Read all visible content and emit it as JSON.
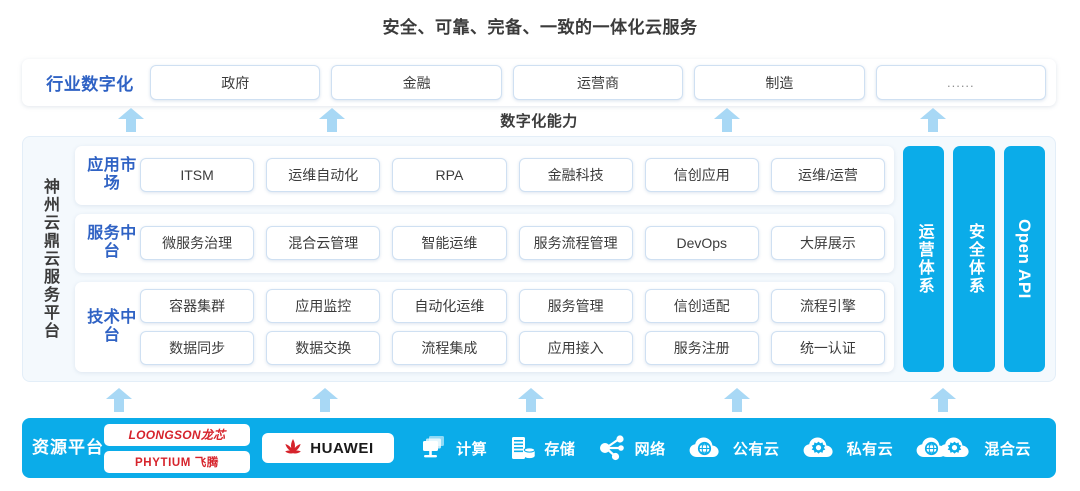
{
  "title": "安全、可靠、完备、一致的一体化云服务",
  "colors": {
    "brand_blue": "#0bace9",
    "label_blue": "#2f62c4",
    "arrow_blue": "#a8d8f5",
    "panel_bg": "#f4f9fd",
    "chip_border": "#cfe0f2",
    "logo_red": "#d6232b"
  },
  "industry": {
    "label": "行业数字化",
    "items": [
      {
        "label": "政府"
      },
      {
        "label": "金融"
      },
      {
        "label": "运营商"
      },
      {
        "label": "制造"
      },
      {
        "label": "......"
      }
    ]
  },
  "capability": {
    "label": "数字化能力",
    "arrow_count": 4
  },
  "platform": {
    "side_label": "神州云鼎云服务平台",
    "layers": [
      {
        "name": "app-market",
        "label": "应用市场",
        "rows": [
          [
            "ITSM",
            "运维自动化",
            "RPA",
            "金融科技",
            "信创应用",
            "运维/运营"
          ]
        ]
      },
      {
        "name": "service-platform",
        "label": "服务中台",
        "rows": [
          [
            "微服务治理",
            "混合云管理",
            "智能运维",
            "服务流程管理",
            "DevOps",
            "大屏展示"
          ]
        ]
      },
      {
        "name": "tech-platform",
        "label": "技术中台",
        "rows": [
          [
            "容器集群",
            "应用监控",
            "自动化运维",
            "服务管理",
            "信创适配",
            "流程引擎"
          ],
          [
            "数据同步",
            "数据交换",
            "流程集成",
            "应用接入",
            "服务注册",
            "统一认证"
          ]
        ]
      }
    ],
    "pillars": [
      {
        "label": "运营体系",
        "latin": false
      },
      {
        "label": "安全体系",
        "latin": false
      },
      {
        "label": "Open API",
        "latin": true
      }
    ]
  },
  "lower_arrows": {
    "arrow_count": 5
  },
  "resource": {
    "label": "资源平台",
    "logos": [
      {
        "name": "loongson-logo",
        "text": "LOONGSON龙芯"
      },
      {
        "name": "phytium-logo",
        "text": "PHYTIUM 飞腾"
      }
    ],
    "huawei": {
      "name": "huawei-logo",
      "text": "HUAWEI"
    },
    "items": [
      {
        "icon": "compute-icon",
        "label": "计算"
      },
      {
        "icon": "storage-icon",
        "label": "存储"
      },
      {
        "icon": "network-icon",
        "label": "网络"
      },
      {
        "icon": "public-cloud-icon",
        "label": "公有云"
      },
      {
        "icon": "private-cloud-icon",
        "label": "私有云"
      },
      {
        "icon": "hybrid-cloud-icon",
        "label": "混合云"
      }
    ]
  }
}
